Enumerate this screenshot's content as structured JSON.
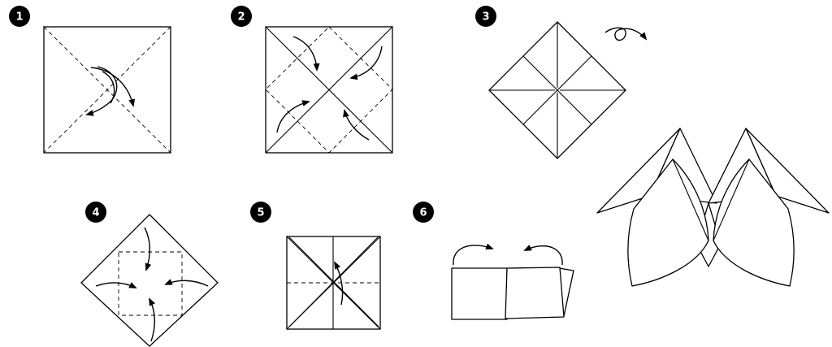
{
  "steps": [
    {
      "number": "1"
    },
    {
      "number": "2"
    },
    {
      "number": "3"
    },
    {
      "number": "4"
    },
    {
      "number": "5"
    },
    {
      "number": "6"
    }
  ],
  "colors": {
    "ink": "#000000",
    "paper": "#ffffff"
  },
  "icons": [
    "fold-arrow-icon",
    "flip-over-icon"
  ]
}
